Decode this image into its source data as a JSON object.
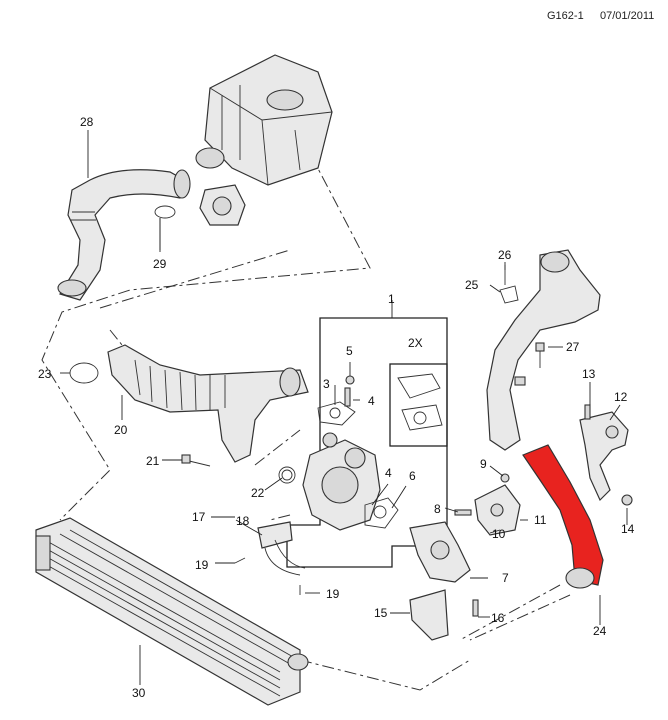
{
  "header": {
    "code": "G162-1",
    "date": "07/01/2011"
  },
  "callouts": [
    {
      "id": "c1",
      "text": "1"
    },
    {
      "id": "c2x",
      "text": "2X"
    },
    {
      "id": "c3",
      "text": "3"
    },
    {
      "id": "c4a",
      "text": "4"
    },
    {
      "id": "c4b",
      "text": "4"
    },
    {
      "id": "c5",
      "text": "5"
    },
    {
      "id": "c6",
      "text": "6"
    },
    {
      "id": "c7",
      "text": "7"
    },
    {
      "id": "c8",
      "text": "8"
    },
    {
      "id": "c9",
      "text": "9"
    },
    {
      "id": "c10",
      "text": "10"
    },
    {
      "id": "c11",
      "text": "11"
    },
    {
      "id": "c12",
      "text": "12"
    },
    {
      "id": "c13",
      "text": "13"
    },
    {
      "id": "c14",
      "text": "14"
    },
    {
      "id": "c15",
      "text": "15"
    },
    {
      "id": "c16",
      "text": "16"
    },
    {
      "id": "c17",
      "text": "17"
    },
    {
      "id": "c18",
      "text": "18"
    },
    {
      "id": "c19a",
      "text": "19"
    },
    {
      "id": "c19b",
      "text": "19"
    },
    {
      "id": "c20",
      "text": "20"
    },
    {
      "id": "c21",
      "text": "21"
    },
    {
      "id": "c22",
      "text": "22"
    },
    {
      "id": "c23",
      "text": "23"
    },
    {
      "id": "c24",
      "text": "24"
    },
    {
      "id": "c25",
      "text": "25"
    },
    {
      "id": "c26",
      "text": "26"
    },
    {
      "id": "c27",
      "text": "27"
    },
    {
      "id": "c28",
      "text": "28"
    },
    {
      "id": "c29",
      "text": "29"
    },
    {
      "id": "c30",
      "text": "30"
    }
  ],
  "colors": {
    "highlight_hose": "#e8231f",
    "line": "#333333",
    "part_fill": "#e9e9e9"
  }
}
